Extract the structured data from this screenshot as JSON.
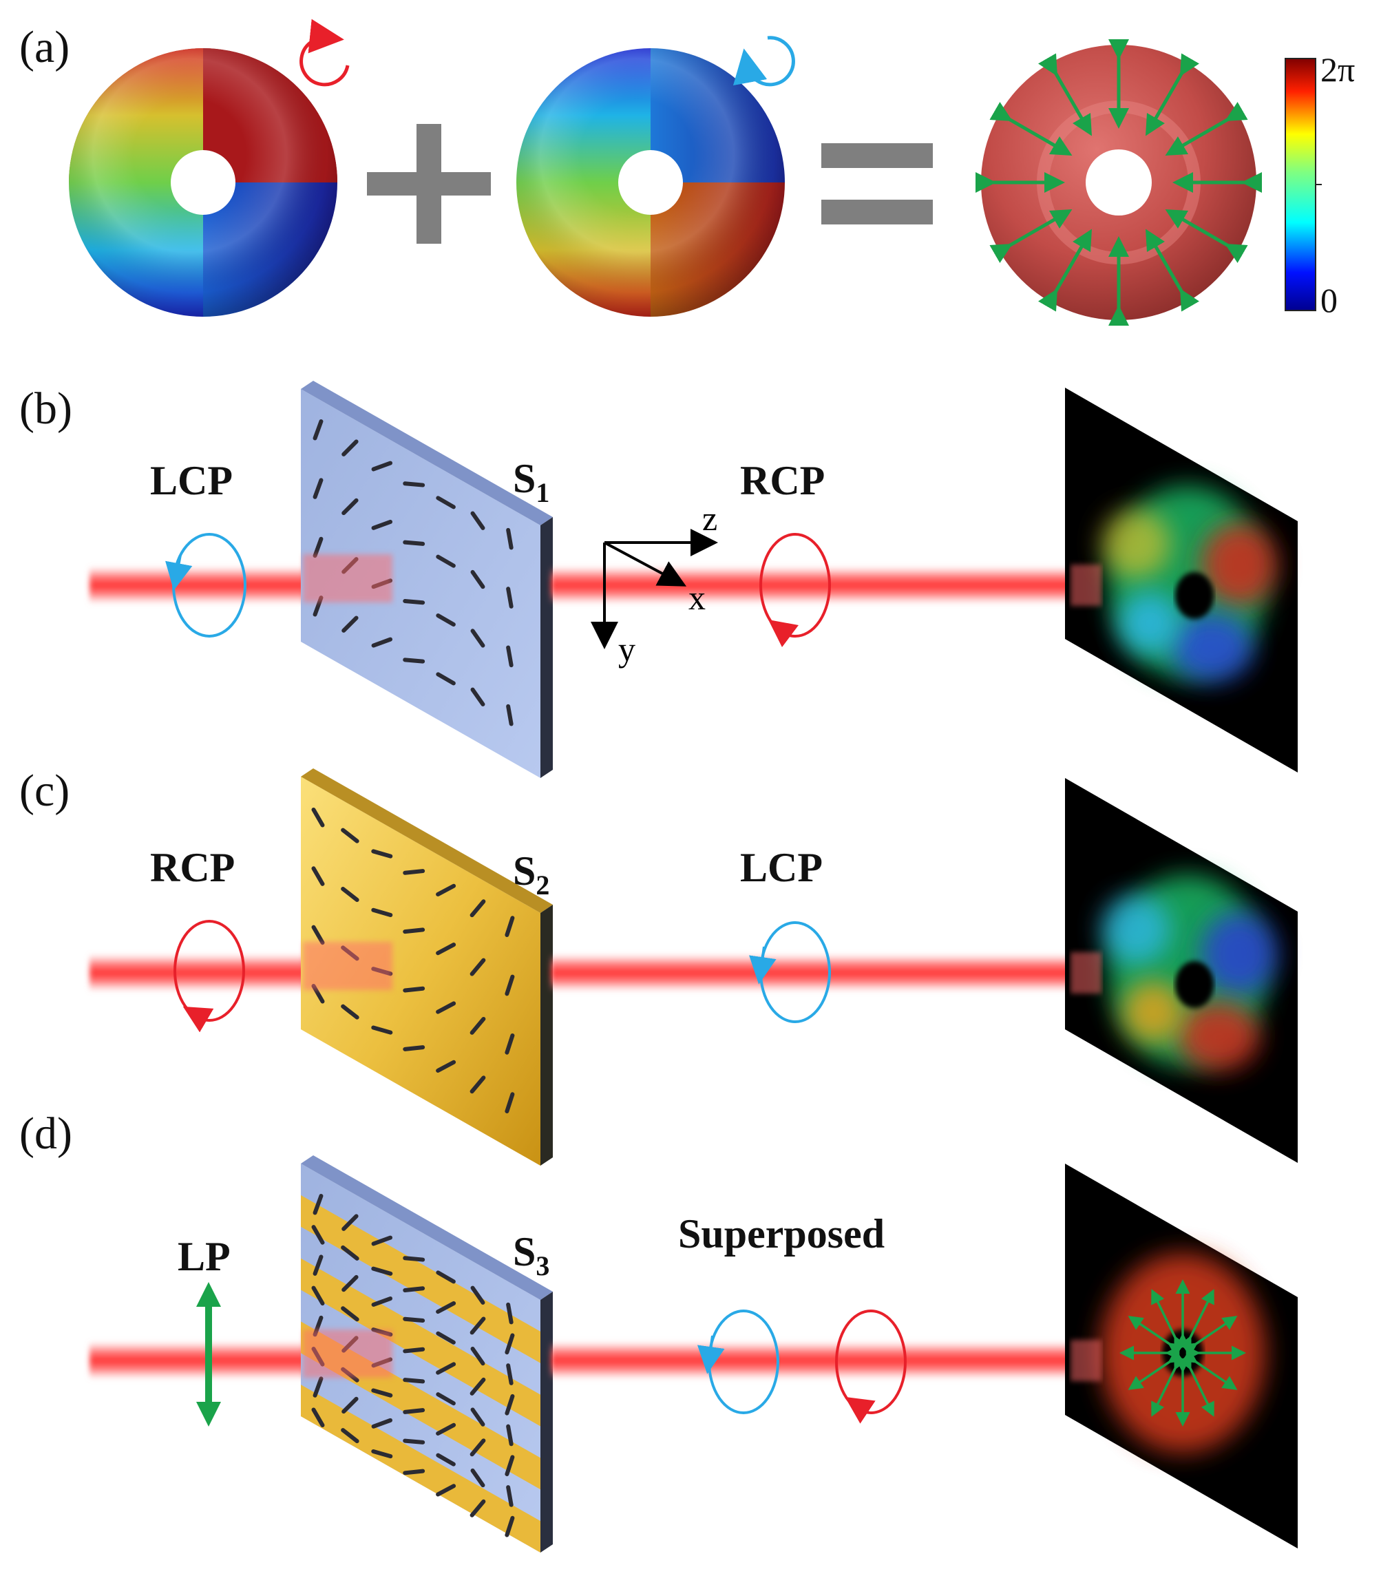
{
  "panels": {
    "a": {
      "label": "(a)",
      "colorbar": {
        "max_label": "2π",
        "min_label": "0"
      }
    },
    "b": {
      "label": "(b)",
      "input_pol": "LCP",
      "output_pol": "RCP",
      "sample": {
        "letter": "S",
        "sub": "1"
      }
    },
    "c": {
      "label": "(c)",
      "input_pol": "RCP",
      "output_pol": "LCP",
      "sample": {
        "letter": "S",
        "sub": "2"
      }
    },
    "d": {
      "label": "(d)",
      "input_pol": "LP",
      "output_pol": "Superposed",
      "sample": {
        "letter": "S",
        "sub": "3"
      }
    }
  },
  "axes": {
    "x": "x",
    "y": "y",
    "z": "z"
  },
  "colors": {
    "rcp": "#e8202a",
    "lcp": "#29a9e6",
    "polarization_arrow": "#1aa34a",
    "beam": "#ff3b3b",
    "sample_blue": "#a9bde6",
    "sample_gold": "#e9b93a",
    "operator_gray": "#7f7f7f",
    "vector_torus": "#c4514d"
  }
}
